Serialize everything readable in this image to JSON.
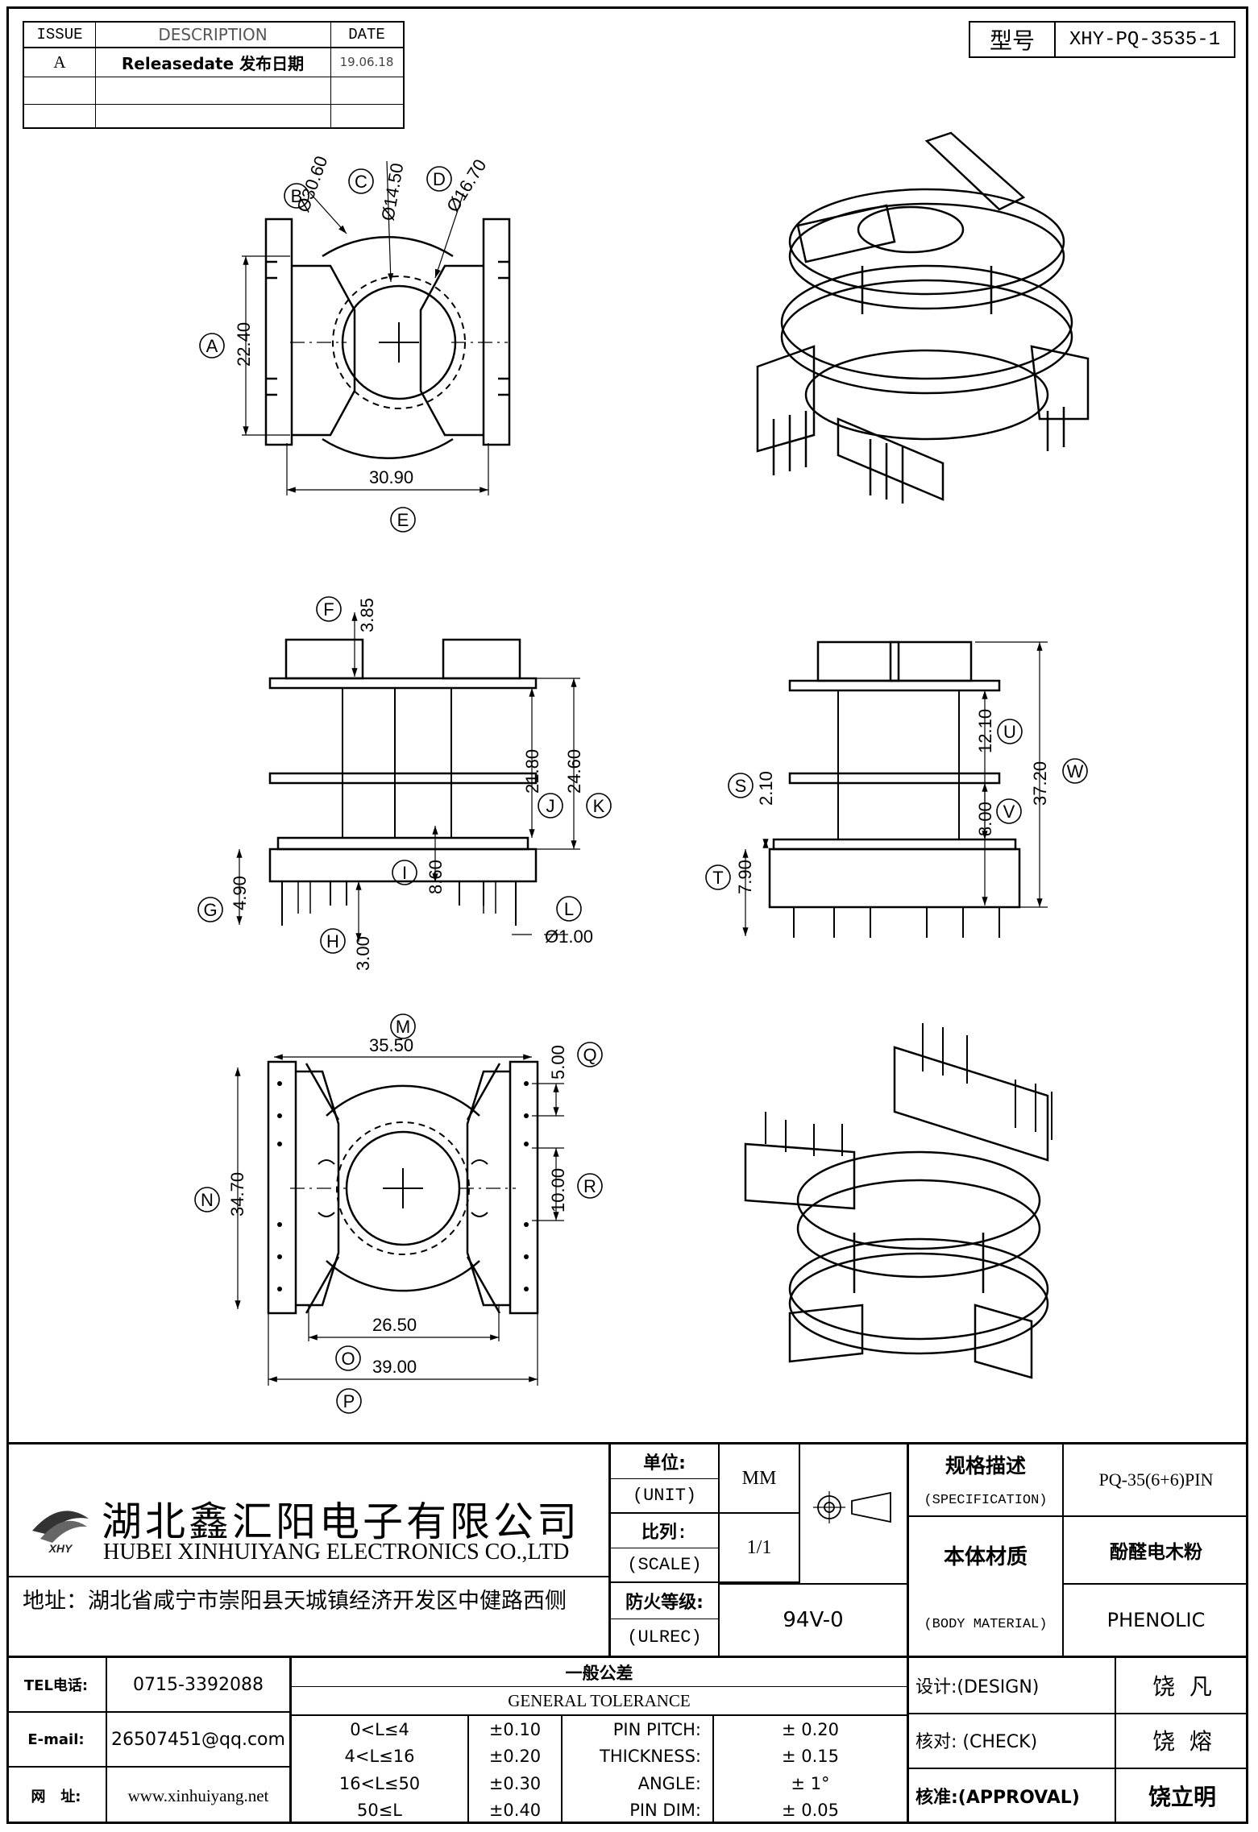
{
  "revision_table": {
    "headers": [
      "ISSUE",
      "DESCRIPTION",
      "DATE"
    ],
    "rows": [
      {
        "issue": "A",
        "description": "Releasedate 发布日期",
        "date": "19.06.18"
      },
      {
        "issue": "",
        "description": "",
        "date": ""
      },
      {
        "issue": "",
        "description": "",
        "date": ""
      }
    ]
  },
  "model": {
    "label": "型号",
    "value": "XHY-PQ-3535-1"
  },
  "dims": {
    "top": {
      "B": "Ø30.60",
      "C": "Ø14.50",
      "D": "Ø16.70",
      "A": "22.40",
      "E": "30.90"
    },
    "front": {
      "F": "3.85",
      "J": "21.80",
      "K": "24.60",
      "I": "8.60",
      "G": "4.90",
      "H": "3.00",
      "L": "Ø1.00"
    },
    "side": {
      "U": "12.10",
      "S": "2.10",
      "V": "8.00",
      "W": "37.20",
      "T": "7.90"
    },
    "bottom": {
      "M": "35.50",
      "Q": "5.00",
      "R": "10.00",
      "N": "34.70",
      "O": "26.50",
      "P": "39.00"
    }
  },
  "company": {
    "logo_text": "XHY",
    "name_cn": "湖北鑫汇阳电子有限公司",
    "name_en": "HUBEI XINHUIYANG ELECTRONICS CO.,LTD",
    "address": "地址：湖北省咸宁市崇阳县天城镇经济开发区中健路西侧"
  },
  "title_block": {
    "unit_label_cn": "单位:",
    "unit_label_en": "(UNIT)",
    "unit_value": "MM",
    "scale_label_cn": "比列:",
    "scale_label_en": "(SCALE)",
    "scale_value": "1/1",
    "ulrec_label_cn": "防火等级:",
    "ulrec_label_en": "(ULREC)",
    "ulrec_value": "94V-0",
    "spec_label_cn": "规格描述",
    "spec_label_en": "(SPECIFICATION)",
    "spec_value": "PQ-35(6+6)PIN",
    "material_label_cn": "本体材质",
    "material_label_en": "(BODY MATERIAL)",
    "material_value_cn": "酚醛电木粉",
    "material_value_en": "PHENOLIC"
  },
  "contact": {
    "tel_label": "TEL电话:",
    "tel": "0715-3392088",
    "email_label": "E-mail:",
    "email": "26507451@qq.com",
    "web_label": "网   址:",
    "web": "www.xinhuiyang.net"
  },
  "tolerance": {
    "title_cn": "一般公差",
    "title_en": "GENERAL TOLERANCE",
    "ranges": [
      {
        "range": "0<L≤4",
        "tol": "±0.10"
      },
      {
        "range": "4<L≤16",
        "tol": "±0.20"
      },
      {
        "range": "16<L≤50",
        "tol": "±0.30"
      },
      {
        "range": "50≤L",
        "tol": "±0.40"
      }
    ],
    "others": [
      {
        "label": "PIN PITCH:",
        "value": "± 0.20"
      },
      {
        "label": "THICKNESS:",
        "value": "± 0.15"
      },
      {
        "label": "ANGLE:",
        "value": "± 1°"
      },
      {
        "label": "PIN DIM:",
        "value": "± 0.05"
      }
    ]
  },
  "approvals": [
    {
      "label": "设计:(DESIGN)",
      "name": "饶  凡"
    },
    {
      "label": "核对: (CHECK)",
      "name": "饶  熔"
    },
    {
      "label": "核准:(APPROVAL)",
      "name": "饶立明"
    }
  ]
}
